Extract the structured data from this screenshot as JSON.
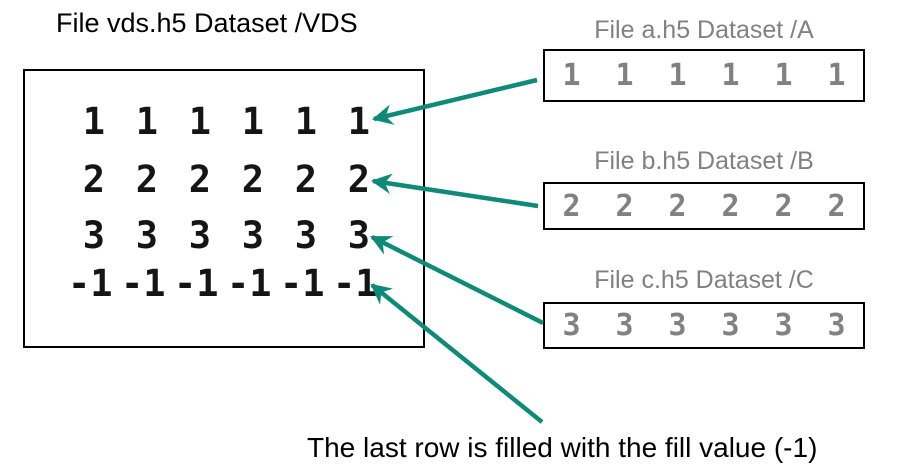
{
  "colors": {
    "arrow_teal": "#0e8a78",
    "muted_gray": "#818181",
    "text_black": "#000000"
  },
  "vds": {
    "title": "File vds.h5 Dataset /VDS",
    "rows": [
      [
        "1",
        "1",
        "1",
        "1",
        "1",
        "1"
      ],
      [
        "2",
        "2",
        "2",
        "2",
        "2",
        "2"
      ],
      [
        "3",
        "3",
        "3",
        "3",
        "3",
        "3"
      ],
      [
        "-1",
        "-1",
        "-1",
        "-1",
        "-1",
        "-1"
      ]
    ]
  },
  "sources": [
    {
      "title": "File a.h5 Dataset /A",
      "values": [
        "1",
        "1",
        "1",
        "1",
        "1",
        "1"
      ]
    },
    {
      "title": "File b.h5 Dataset /B",
      "values": [
        "2",
        "2",
        "2",
        "2",
        "2",
        "2"
      ]
    },
    {
      "title": "File c.h5 Dataset /C",
      "values": [
        "3",
        "3",
        "3",
        "3",
        "3",
        "3"
      ]
    }
  ],
  "caption": "The last row is filled with the fill value (-1)"
}
